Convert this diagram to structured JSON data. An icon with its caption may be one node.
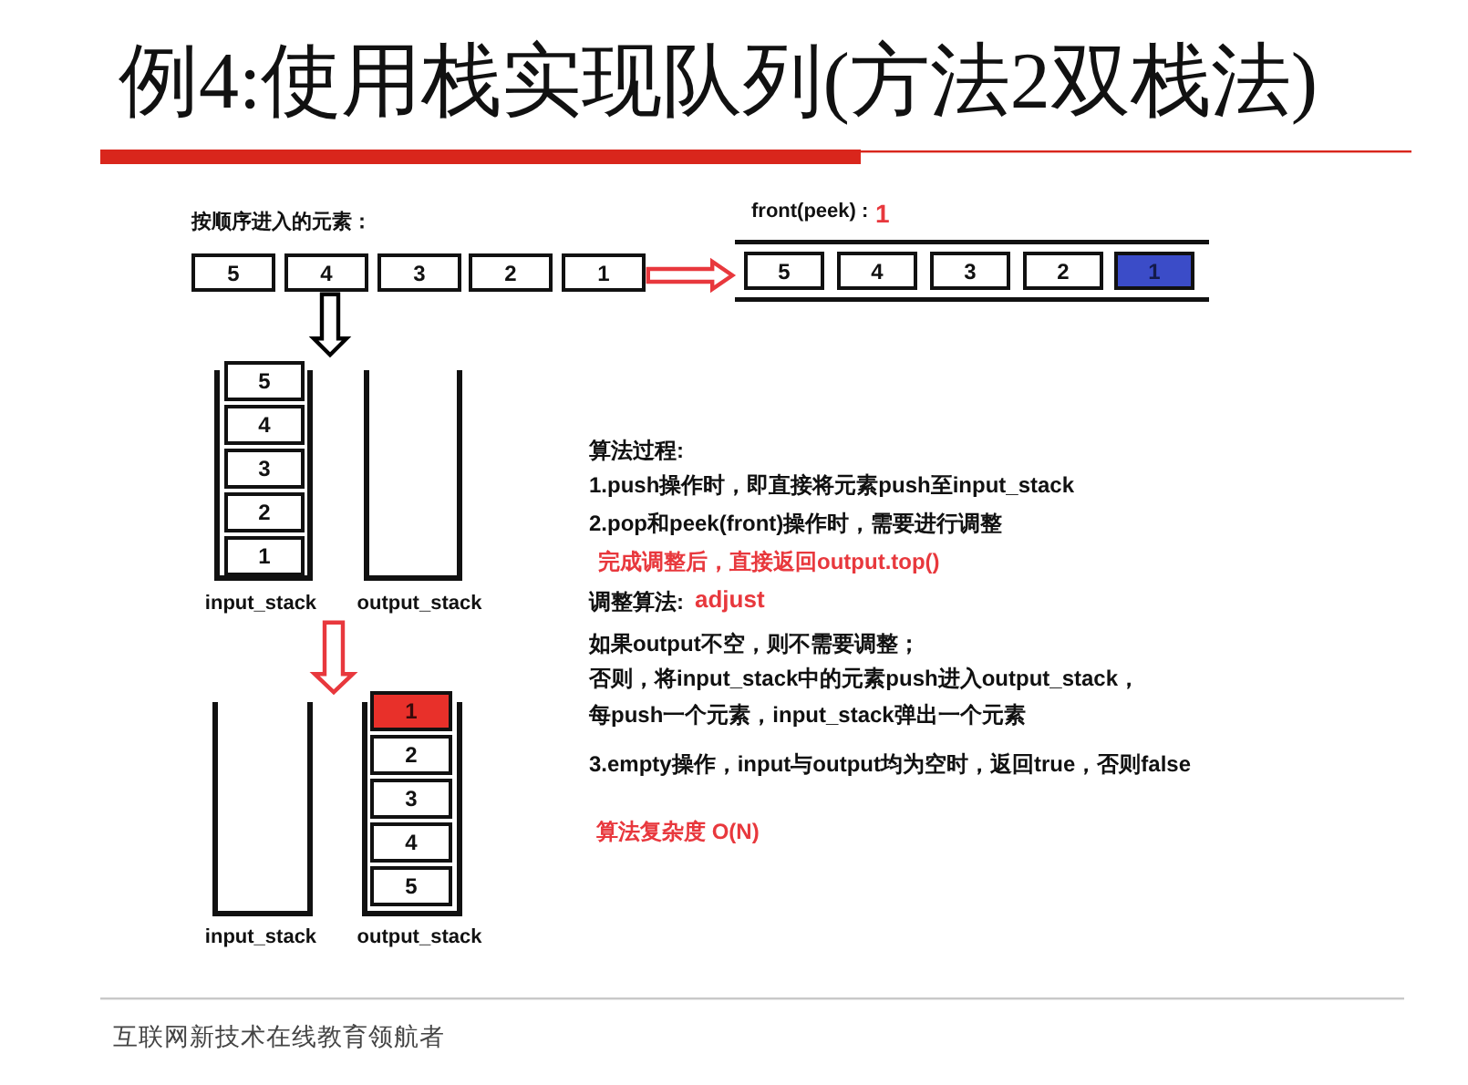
{
  "diagram": {
    "title": "例4:使用栈实现队列(方法2双栈法)",
    "nodes": [
      {
        "text": [
          "5"
        ]
      },
      {
        "text": [
          "4"
        ]
      },
      {
        "text": [
          "3"
        ]
      },
      {
        "text": [
          "2"
        ]
      },
      {
        "text": [
          "1"
        ]
      },
      {
        "text": [],
        "shape": "band"
      },
      {
        "text": [
          "5"
        ],
        "in": 5
      },
      {
        "text": [
          "4"
        ],
        "in": 5
      },
      {
        "text": [
          "3"
        ],
        "in": 5
      },
      {
        "text": [
          "2"
        ],
        "in": 5
      },
      {
        "text": [
          "1"
        ],
        "in": 5
      },
      {
        "text": [
          "input_stack"
        ]
      },
      {
        "text": [
          "5"
        ],
        "in": 11
      },
      {
        "text": [
          "4"
        ],
        "in": 11
      },
      {
        "text": [
          "3"
        ],
        "in": 11
      },
      {
        "text": [
          "2"
        ],
        "in": 11
      },
      {
        "text": [
          "1"
        ],
        "in": 11
      },
      {
        "text": [
          "output_stack"
        ]
      },
      {
        "text": [
          "input_stack"
        ]
      },
      {
        "text": [
          "output_stack"
        ]
      },
      {
        "text": [
          "1"
        ],
        "in": 19
      },
      {
        "text": [
          "2"
        ],
        "in": 19
      },
      {
        "text": [
          "3"
        ],
        "in": 19
      },
      {
        "text": [
          "4"
        ],
        "in": 19
      },
      {
        "text": [
          "5"
        ],
        "in": 19
      }
    ],
    "edges": [
      {
        "from": 4,
        "to": 5,
        "arrow": "to",
        "color": "#e8383d"
      },
      {
        "from": 1,
        "to": 11,
        "arrow": "to",
        "color": "#000000"
      },
      {
        "from": 11,
        "to": 18,
        "arrow": "to",
        "color": "#e8383d"
      }
    ],
    "labels": [
      "按顺序进入的元素：",
      "front(peek) :",
      "1",
      "算法过程:",
      "1.push操作时，即直接将元素push至input_stack",
      "2.pop和peek(front)操作时，需要进行调整",
      "完成调整后，直接返回output.top()",
      "调整算法:",
      "adjust",
      "如果output不空，则不需要调整；",
      "否则，将input_stack中的元素push进入output_stack，",
      "每push一个元素，input_stack弹出一个元素",
      "3.empty操作，input与output均为空时，返回true，否则false",
      "算法复杂度 O(N)",
      "互联网新技术在线教育领航者"
    ]
  }
}
